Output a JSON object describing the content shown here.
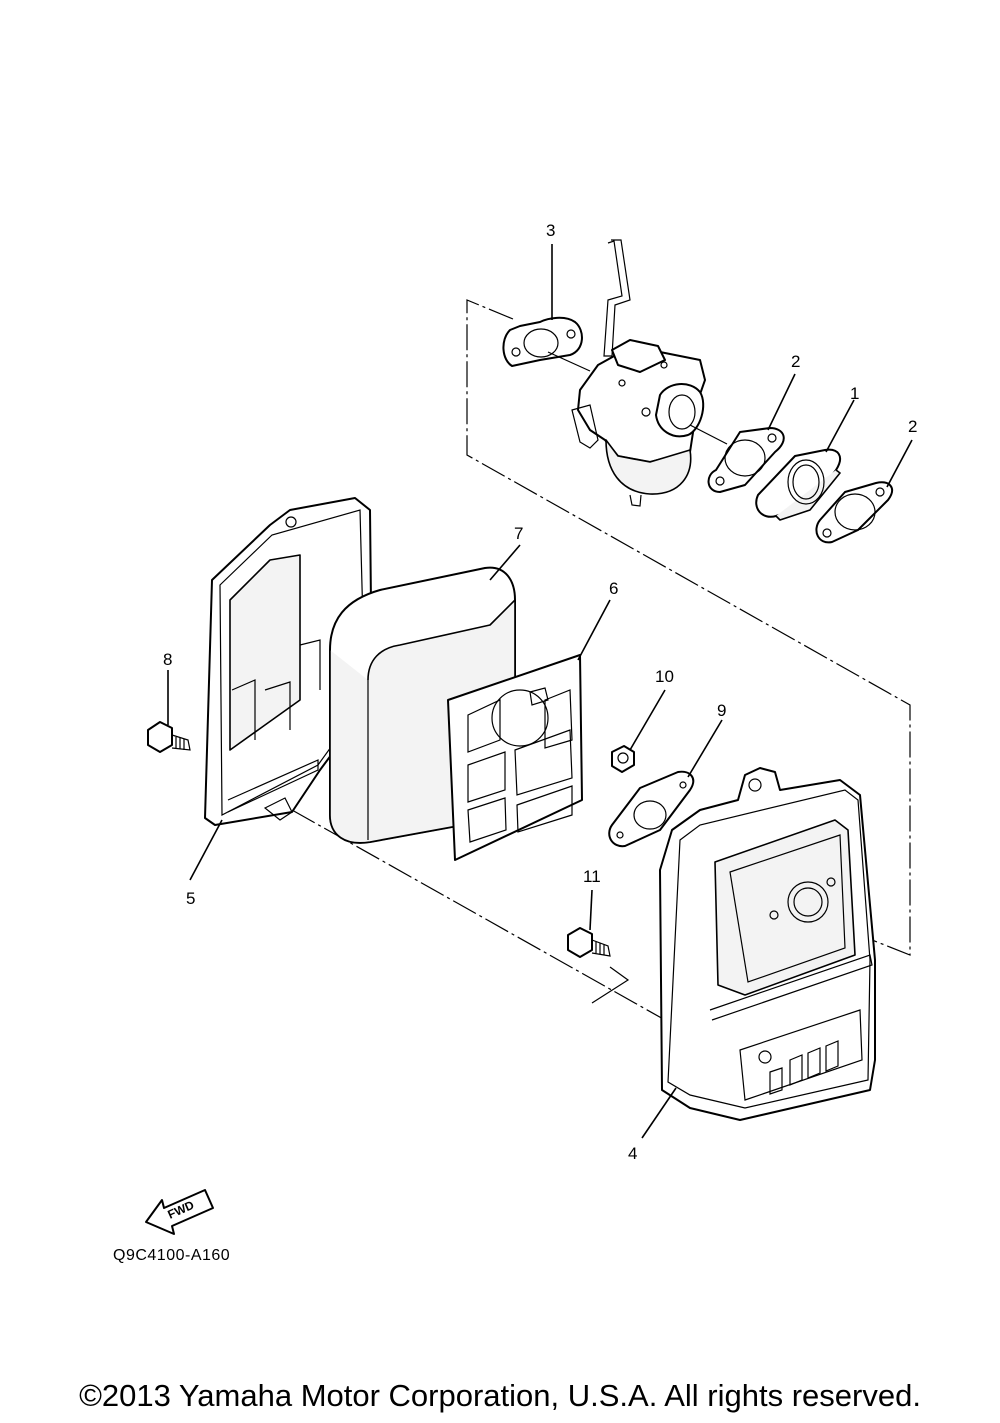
{
  "callouts": [
    "1",
    "2",
    "2",
    "3",
    "4",
    "5",
    "6",
    "7",
    "8",
    "9",
    "10",
    "11"
  ],
  "fwd_label": "FWD",
  "drawing_code": "Q9C4100-A160",
  "copyright": "©2013 Yamaha Motor Corporation, U.S.A. All rights reserved."
}
